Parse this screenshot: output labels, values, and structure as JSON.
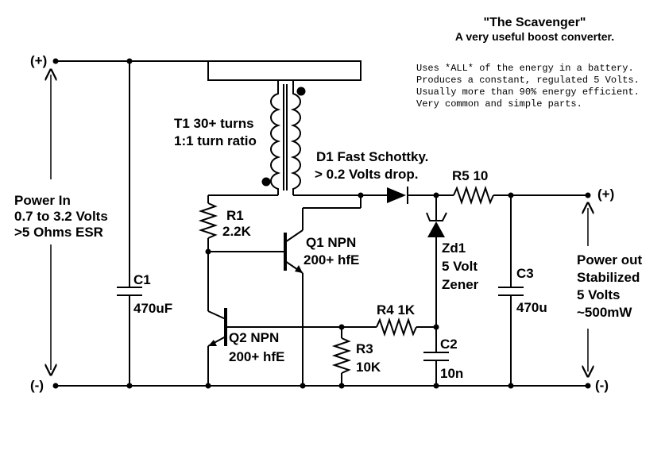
{
  "title": "\"The Scavenger\"",
  "subtitle": "A very useful boost converter.",
  "notes": [
    "Uses *ALL* of the energy in a battery.",
    "Produces a constant, regulated 5 Volts.",
    "Usually more than 90% energy efficient.",
    "Very common and simple parts."
  ],
  "input": {
    "plus": "(+)",
    "minus": "(-)",
    "lines": [
      "Power In",
      "0.7 to 3.2 Volts",
      ">5 Ohms ESR"
    ]
  },
  "output": {
    "plus": "(+)",
    "minus": "(-)",
    "lines": [
      "Power out",
      "Stabilized",
      "5 Volts",
      "~500mW"
    ]
  },
  "components": {
    "t1": [
      "T1 30+ turns",
      "1:1 turn ratio"
    ],
    "d1": [
      "D1 Fast Schottky.",
      "> 0.2 Volts drop."
    ],
    "r1": [
      "R1",
      "2.2K"
    ],
    "q1": [
      "Q1 NPN",
      "200+ hfE"
    ],
    "q2": [
      "Q2 NPN",
      "200+ hfE"
    ],
    "r3": [
      "R3",
      "10K"
    ],
    "r4": "R4 1K",
    "r5": "R5 10",
    "zd1": [
      "Zd1",
      "5 Volt",
      "Zener"
    ],
    "c1": [
      "C1",
      "470uF"
    ],
    "c2": [
      "C2",
      "10n"
    ],
    "c3": [
      "C3",
      "470u"
    ]
  }
}
